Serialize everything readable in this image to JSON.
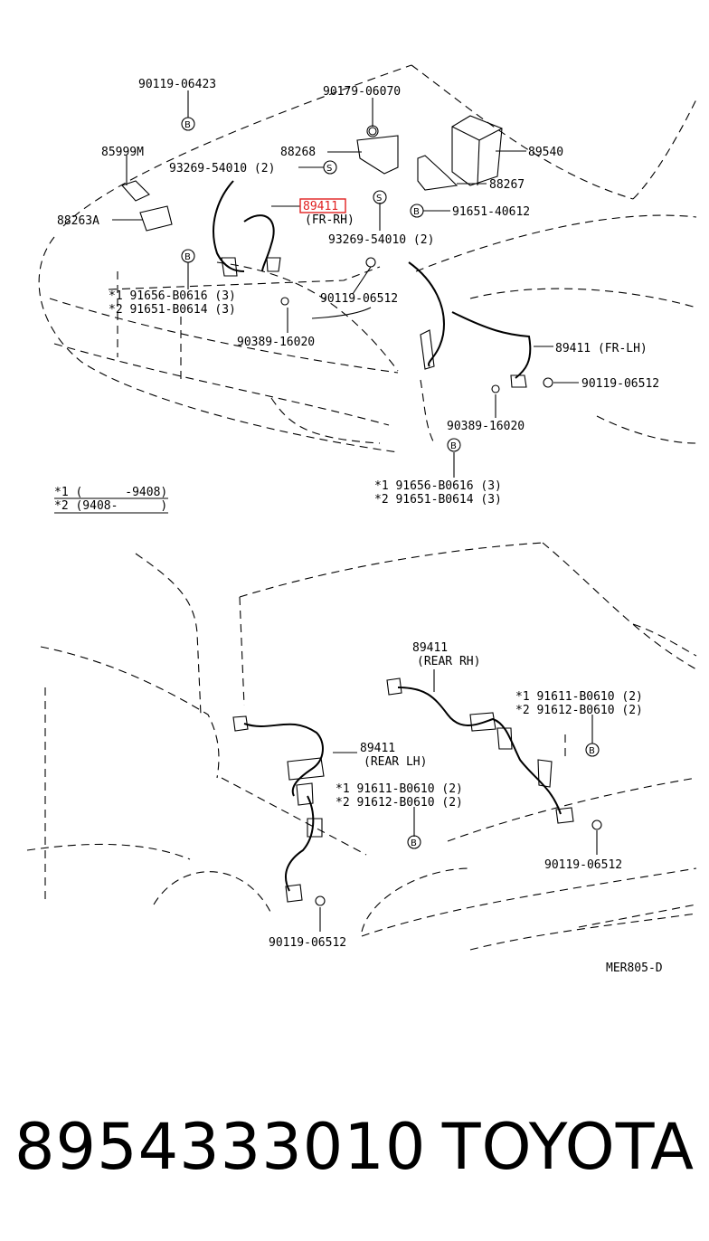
{
  "footer": {
    "part_number": "8954333010",
    "brand": "TOYOTA"
  },
  "diagram_code": "MER805-D",
  "notes": {
    "star1": "*1 (      -9408)",
    "star2": "*2 (9408-      )"
  },
  "markers": {
    "b": "B",
    "s": "S"
  },
  "labels": {
    "l90119_06423": "90119-06423",
    "l90179_06070": "90179-06070",
    "l85999M": "85999M",
    "l88268": "88268",
    "l89540": "89540",
    "l93269_54010_a": "93269-54010 (2)",
    "l88267": "88267",
    "l88263A": "88263A",
    "l89411_fr": "89411",
    "l_fr_rh": "(FR-RH)",
    "l91651_40612": "91651-40612",
    "l93269_54010_b": "93269-54010 (2)",
    "l_front_s1a": "*1  91656-B0616 (3)",
    "l_front_s2a": "*2  91651-B0614 (3)",
    "l90119_06512_a": "90119-06512",
    "l90389_16020_a": "90389-16020",
    "l89411_fr_lh": "89411 (FR-LH)",
    "l90119_06512_b": "90119-06512",
    "l90389_16020_b": "90389-16020",
    "l_front_s1b": "*1  91656-B0616 (3)",
    "l_front_s2b": "*2  91651-B0614 (3)",
    "l89411_rear_rh": "89411",
    "l_rear_rh": "(REAR RH)",
    "l_rear_s1a": "*1  91611-B0610 (2)",
    "l_rear_s2a": "*2  91612-B0610 (2)",
    "l89411_rear_lh": "89411",
    "l_rear_lh": "(REAR LH)",
    "l_rear_s1b": "*1  91611-B0610 (2)",
    "l_rear_s2b": "*2  91612-B0610 (2)",
    "l90119_06512_c": "90119-06512",
    "l90119_06512_d": "90119-06512"
  }
}
